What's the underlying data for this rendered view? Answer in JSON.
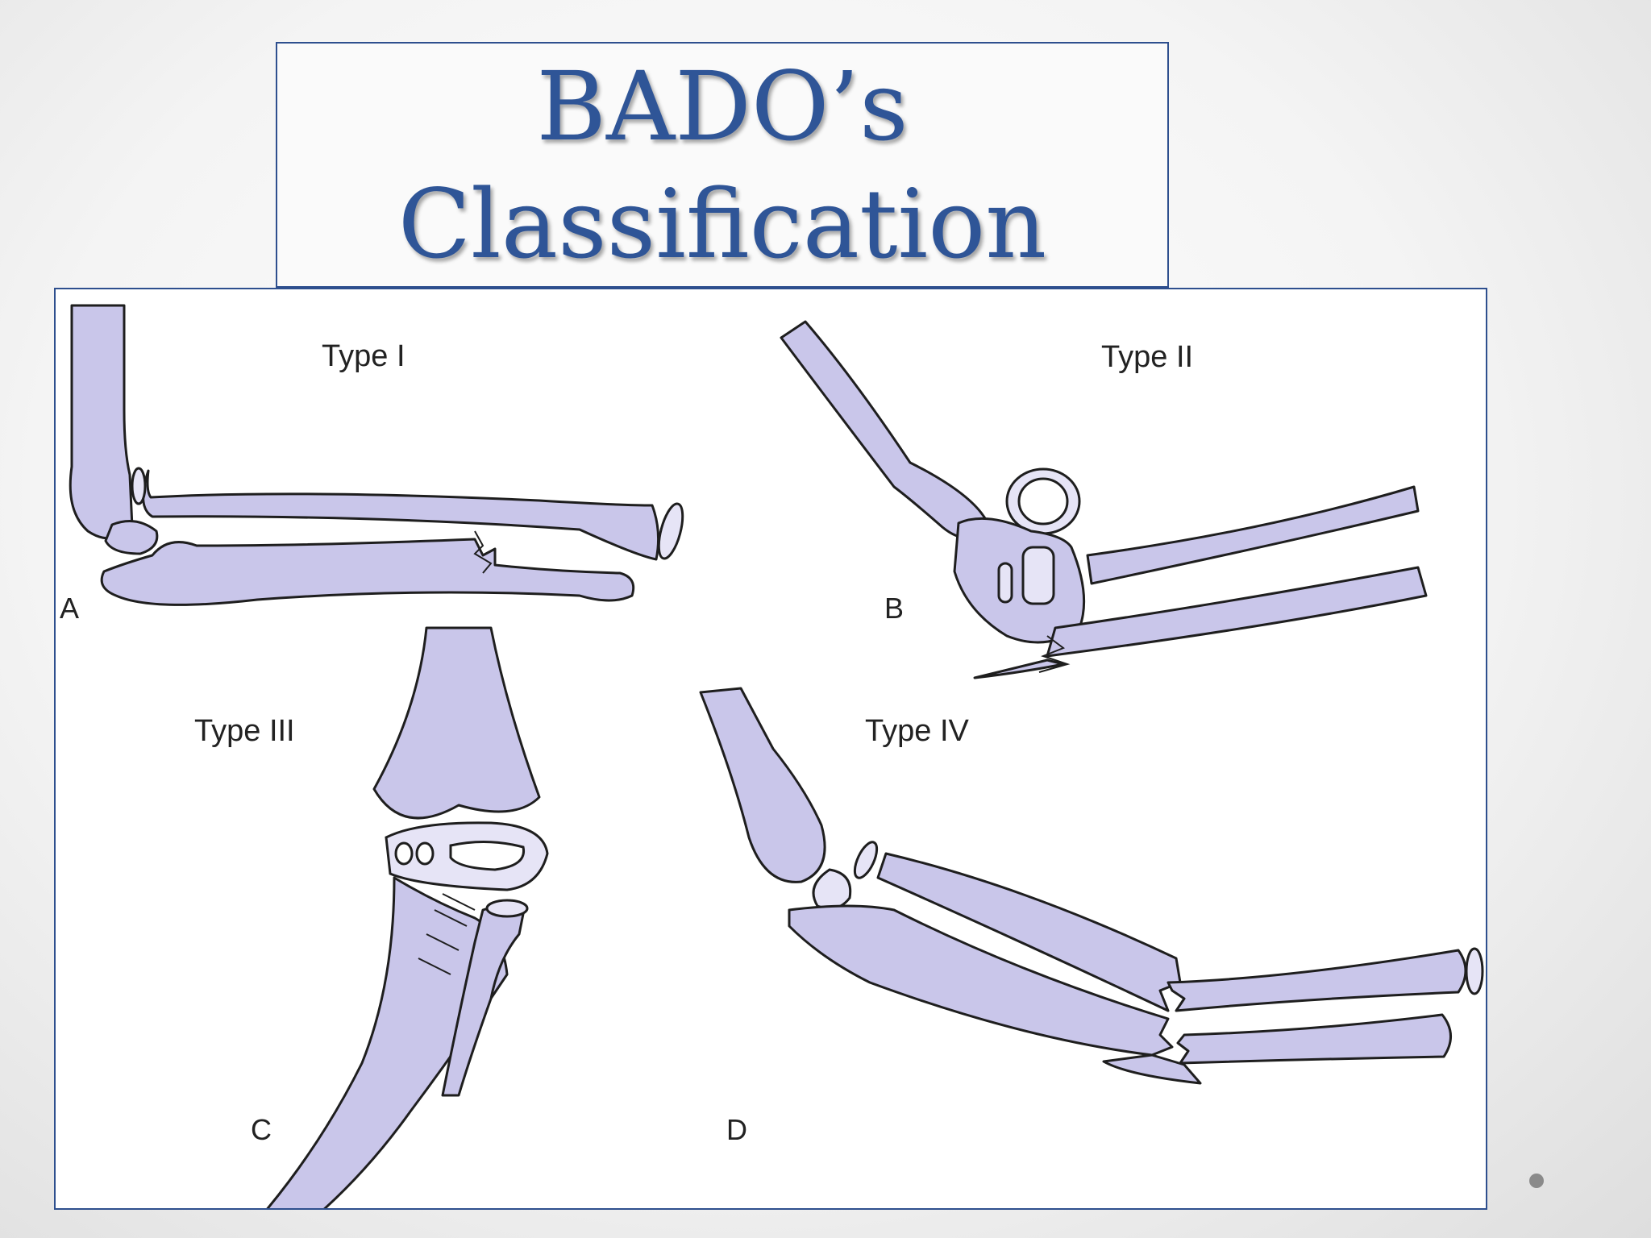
{
  "slide": {
    "title_line1": "BADO’s",
    "title_line2": "Classification"
  },
  "figure": {
    "panels": [
      {
        "letter": "A",
        "type_label": "Type I"
      },
      {
        "letter": "B",
        "type_label": "Type II"
      },
      {
        "letter": "C",
        "type_label": "Type III"
      },
      {
        "letter": "D",
        "type_label": "Type IV"
      }
    ]
  },
  "colors": {
    "title": "#2f5597",
    "frame_border": "#2e4f8e",
    "bone_fill": "#c9c6ea"
  }
}
